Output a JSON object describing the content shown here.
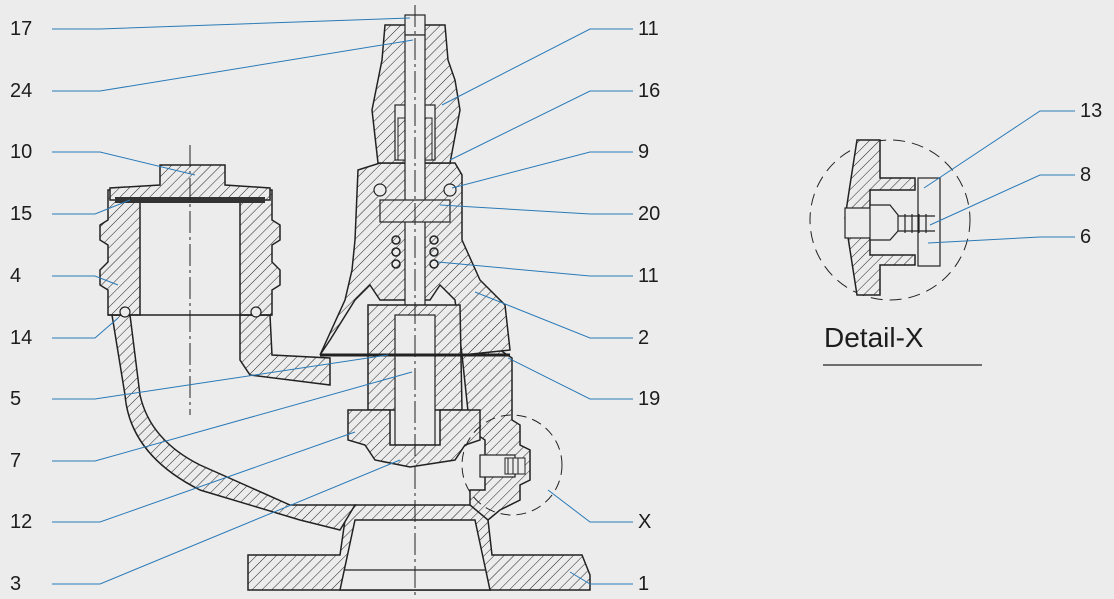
{
  "labels_left": [
    "17",
    "24",
    "10",
    "15",
    "4",
    "14",
    "5",
    "7",
    "12",
    "3"
  ],
  "labels_right": [
    "11",
    "16",
    "9",
    "20",
    "11",
    "2",
    "19",
    "X",
    "1"
  ],
  "labels_detail": [
    "13",
    "8",
    "6"
  ],
  "detail_title": "Detail-X",
  "colors": {
    "background": "#ececec",
    "leader": "#2a7ab8",
    "hatch": "#222222"
  }
}
